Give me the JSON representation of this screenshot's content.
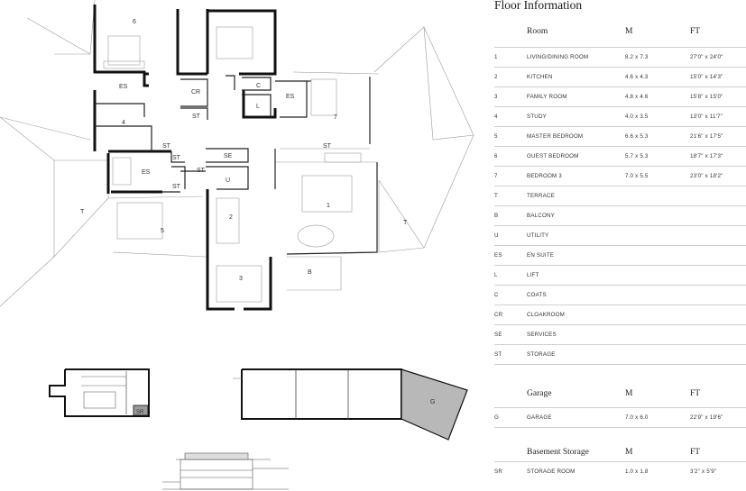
{
  "floor_title": "Floor Information",
  "headers": {
    "room": "Room",
    "m": "M",
    "ft": "FT"
  },
  "rooms": [
    {
      "num": "1",
      "name": "LIVING/DINING ROOM",
      "m": "8.2 x 7.3",
      "ft": "27'0\" x 24'0\""
    },
    {
      "num": "2",
      "name": "KITCHEN",
      "m": "4.6 x 4.3",
      "ft": "15'0\" x 14'3\""
    },
    {
      "num": "3",
      "name": "FAMILY ROOM",
      "m": "4.8 x 4.6",
      "ft": "15'8\" x 15'0\""
    },
    {
      "num": "4",
      "name": "STUDY",
      "m": "4.0 x 3.5",
      "ft": "13'0\" x 11'7\""
    },
    {
      "num": "5",
      "name": "MASTER BEDROOM",
      "m": "6.6 x 5.3",
      "ft": "21'6\" x 17'5\""
    },
    {
      "num": "6",
      "name": "GUEST BEDROOM",
      "m": "5.7 x 5.3",
      "ft": "18'7\" x 17'3\""
    },
    {
      "num": "7",
      "name": "BEDROOM 3",
      "m": "7.0 x 5.5",
      "ft": "23'0\" x 18'2\""
    },
    {
      "num": "T",
      "name": "TERRACE",
      "m": "",
      "ft": ""
    },
    {
      "num": "B",
      "name": "BALCONY",
      "m": "",
      "ft": ""
    },
    {
      "num": "U",
      "name": "UTILITY",
      "m": "",
      "ft": ""
    },
    {
      "num": "ES",
      "name": "EN SUITE",
      "m": "",
      "ft": ""
    },
    {
      "num": "L",
      "name": "LIFT",
      "m": "",
      "ft": ""
    },
    {
      "num": "C",
      "name": "COATS",
      "m": "",
      "ft": ""
    },
    {
      "num": "CR",
      "name": "CLOAKROOM",
      "m": "",
      "ft": ""
    },
    {
      "num": "SE",
      "name": "SERVICES",
      "m": "",
      "ft": ""
    },
    {
      "num": "ST",
      "name": "STORAGE",
      "m": "",
      "ft": ""
    }
  ],
  "garage": {
    "title": "Garage",
    "m_label": "M",
    "ft_label": "FT",
    "row": {
      "num": "G",
      "name": "GARAGE",
      "m": "7.0 x 6.0",
      "ft": "22'9\" x 19'6\""
    }
  },
  "basement": {
    "title": "Basement Storage",
    "m_label": "M",
    "ft_label": "FT",
    "row": {
      "num": "SR",
      "name": "STORAGE ROOM",
      "m": "1.0 x 1.8",
      "ft": "3'2\" x 5'9\""
    }
  },
  "plan_labels": {
    "r1": "1",
    "r2": "2",
    "r3": "3",
    "r4": "4",
    "r5": "5",
    "r6": "6",
    "r7": "7",
    "es1": "ES",
    "es2": "ES",
    "es3": "ES",
    "cr": "CR",
    "c": "C",
    "l": "L",
    "st1": "ST",
    "st2": "ST",
    "st3": "ST",
    "st4": "ST",
    "st5": "ST",
    "st6": "ST",
    "se": "SE",
    "u": "U",
    "b": "B",
    "t1": "T",
    "t2": "T",
    "g": "G",
    "sr": "SR"
  }
}
